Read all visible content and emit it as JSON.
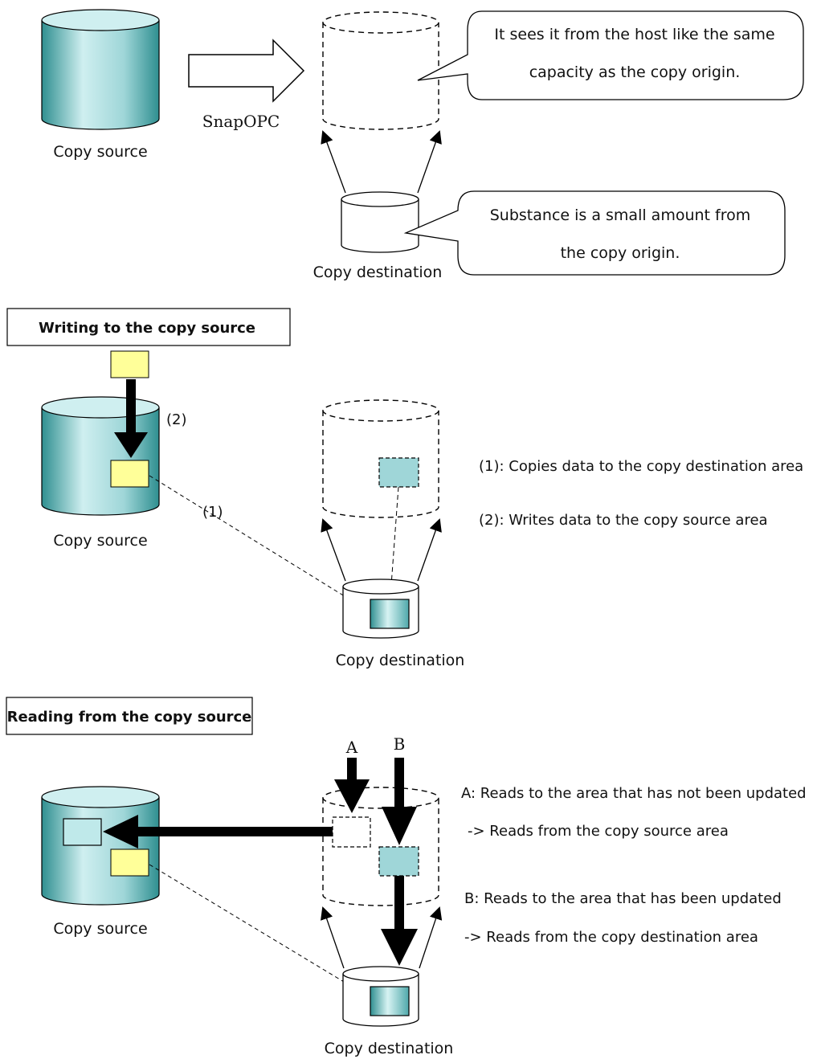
{
  "colors": {
    "cylinder_fill": "#9fd6d8",
    "cylinder_dark": "#2f8f90",
    "cylinder_light": "#d7f3f3",
    "block_yellow": "#ffff99",
    "block_teal": "#7ccfd2",
    "line": "#000000"
  },
  "top": {
    "copy_source_label": "Copy source",
    "snapopc_label": "SnapOPC",
    "copy_destination_label": "Copy destination",
    "callout_1_line1": "It sees it from the host like the same",
    "callout_1_line2": "capacity as the copy origin.",
    "callout_2_line1": "Substance is a small amount from",
    "callout_2_line2": "the copy origin."
  },
  "write": {
    "title": "Writing to the copy source",
    "copy_source_label": "Copy source",
    "copy_destination_label": "Copy destination",
    "marker_1": "(1)",
    "marker_2": "(2)",
    "legend_1": "(1): Copies data to the copy destination area",
    "legend_2": "(2): Writes data to the copy source area"
  },
  "read": {
    "title": "Reading from the copy source",
    "copy_source_label": "Copy source",
    "copy_destination_label": "Copy destination",
    "marker_a": "A",
    "marker_b": "B",
    "legend_a1": "A: Reads to the area that has not been updated",
    "legend_a2": "-> Reads from the copy source area",
    "legend_b1": "B: Reads to the area that has been updated",
    "legend_b2": "-> Reads from the copy destination area"
  }
}
